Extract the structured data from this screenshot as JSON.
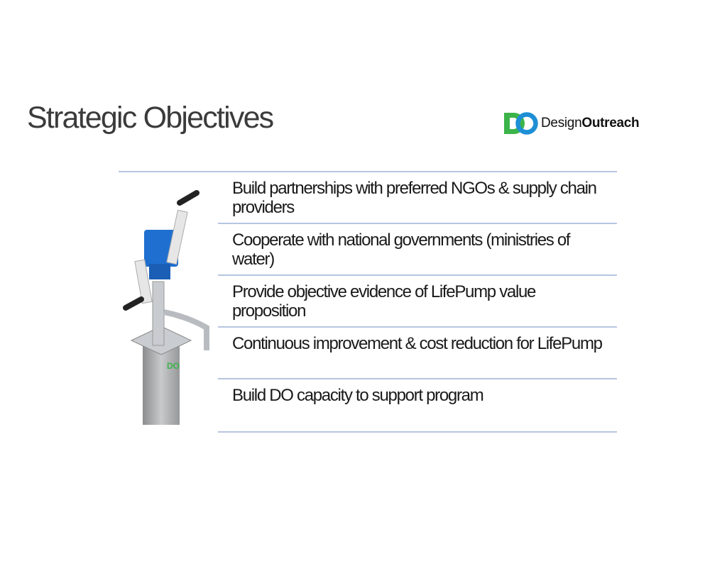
{
  "slide": {
    "title": "Strategic Objectives",
    "logo": {
      "mark": "DO",
      "text_regular": "Design",
      "text_bold": "Outreach",
      "colors": {
        "green": "#3cb44a",
        "blue": "#1e8fd5"
      }
    },
    "objectives": [
      "Build partnerships with preferred NGOs & supply chain providers",
      "Cooperate with national governments (ministries of water)",
      "Provide objective evidence of LifePump value proposition",
      "Continuous improvement & cost reduction for LifePump",
      "Build DO capacity to support program"
    ],
    "divider_color": "#b6c6e0"
  }
}
